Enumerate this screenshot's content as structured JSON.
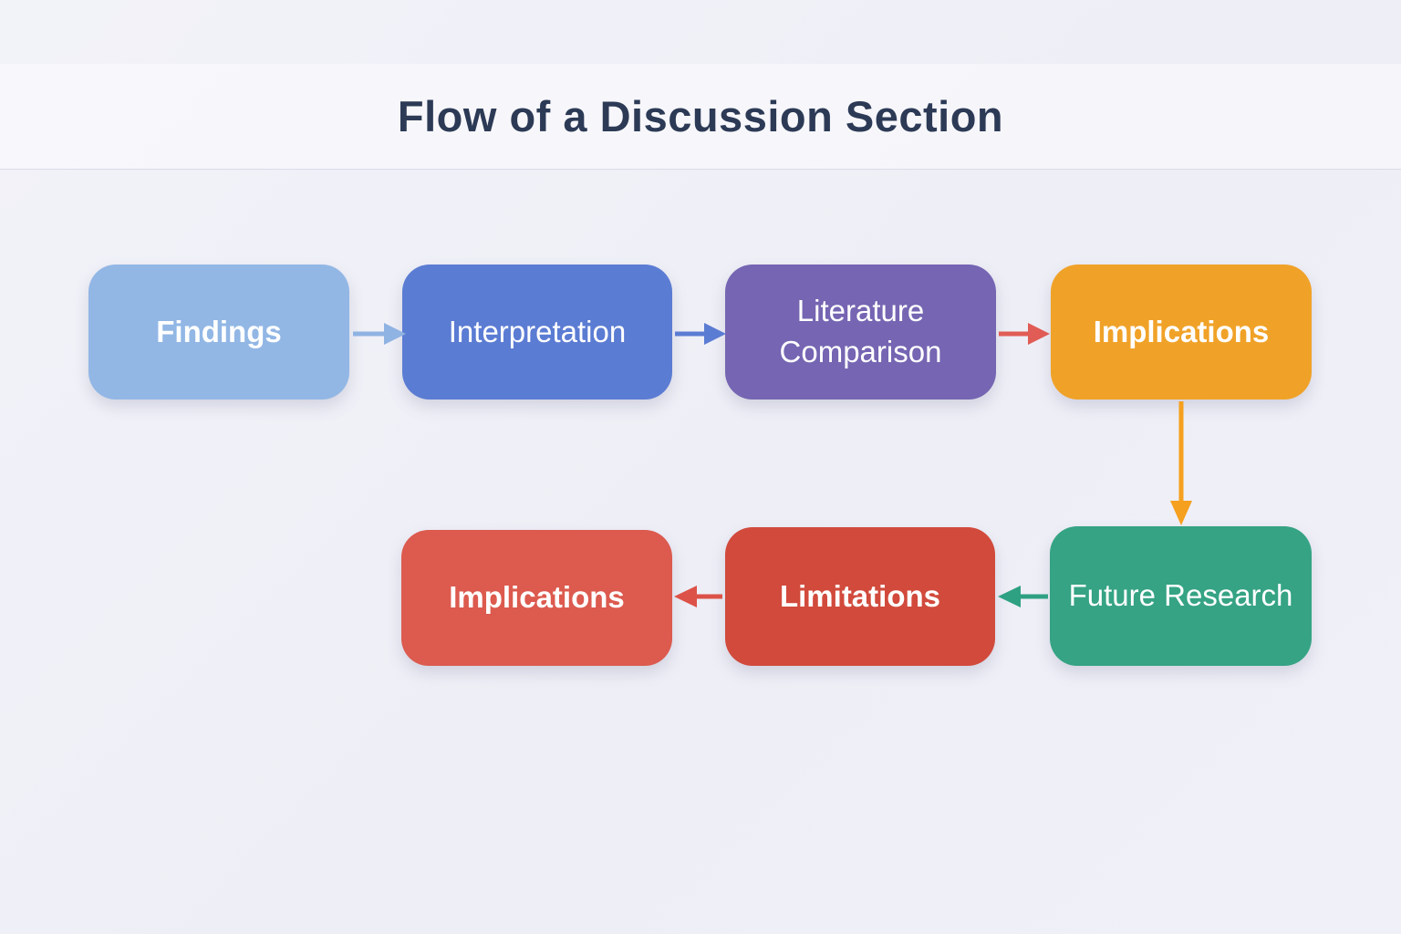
{
  "page": {
    "title": "Flow of a Discussion Section",
    "title_color": "#2c3a56",
    "background_color": "#f0f0f8",
    "band_color": "#f6f6fb"
  },
  "nodes": {
    "findings": {
      "label": "Findings",
      "color": "#92b7e5",
      "text_color": "#ffffff"
    },
    "interpretation": {
      "label": "Interpretation",
      "color": "#5b7cd3",
      "text_color": "#ffffff"
    },
    "literature_comparison": {
      "label": "Literature Comparison",
      "color": "#7565b2",
      "text_color": "#ffffff"
    },
    "implications_top": {
      "label": "Implications",
      "color": "#f0a228",
      "text_color": "#ffffff"
    },
    "future_research": {
      "label": "Future Research",
      "color": "#35a384",
      "text_color": "#ffffff"
    },
    "limitations": {
      "label": "Limitations",
      "color": "#d14a3c",
      "text_color": "#ffffff"
    },
    "implications_bottom": {
      "label": "Implications",
      "color": "#dc5a4e",
      "text_color": "#ffffff"
    }
  },
  "edges": [
    {
      "from": "findings",
      "to": "interpretation",
      "direction": "right",
      "color": "#8fb3e2"
    },
    {
      "from": "interpretation",
      "to": "literature_comparison",
      "direction": "right",
      "color": "#5b7cd3"
    },
    {
      "from": "literature_comparison",
      "to": "implications_top",
      "direction": "right",
      "color": "#e05c55"
    },
    {
      "from": "implications_top",
      "to": "future_research",
      "direction": "down",
      "color": "#f5a01e"
    },
    {
      "from": "future_research",
      "to": "limitations",
      "direction": "left",
      "color": "#2fa183"
    },
    {
      "from": "limitations",
      "to": "implications_bottom",
      "direction": "left",
      "color": "#dc5248"
    }
  ]
}
